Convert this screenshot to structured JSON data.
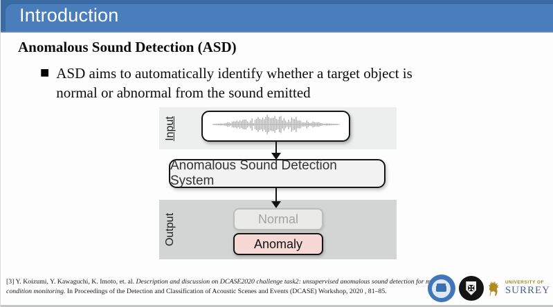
{
  "header": {
    "title": "Introduction"
  },
  "content": {
    "heading": "Anomalous Sound Detection (ASD)",
    "bullet_marker": "■",
    "bullet_line1": "ASD aims to automatically identify whether a target object is",
    "bullet_line2": "normal or abnormal from the sound emitted"
  },
  "diagram": {
    "input_label": "Input",
    "output_label": "Output",
    "system_label": "Anomalous Sound Detection System",
    "normal_label": "Normal",
    "anomaly_label": "Anomaly",
    "waveform_icon": "audio-waveform"
  },
  "footer": {
    "citation": {
      "prefix": "[3] Y. Koizumi, Y. Kawaguchi, K. Imoto, et. al. ",
      "italic_title": "Description and discussion on DCASE2020 challenge task2: unsupervised anomalous sound detection for machine condition monitoring.",
      "suffix": " In Proceedings of the Detection and Classification of Acoustic Scenes and Events (DCASE) Workshop, 2020 , 81–85."
    },
    "logos": {
      "seal_icon": "blue-university-seal",
      "crest_icon": "black-university-crest",
      "crest_glyph": "✠",
      "surrey_top": "UNIVERSITY OF",
      "surrey_name": "SURREY"
    }
  },
  "colors": {
    "header_bg": "#4a7dbb",
    "header_dark": "#3a6aa4",
    "title_text": "#ffffff",
    "input_band_bg": "#edefee",
    "output_band_bg": "#d3d5d4",
    "system_box_bg": "#f1f2f1",
    "normal_box_bg": "#eaebe9",
    "normal_box_border": "#bcbebd",
    "normal_text": "#a2a4a3",
    "anomaly_box_bg": "#f6d9d5",
    "box_border": "#141414",
    "waveform_gray": "#a9aba9",
    "surrey_gold": "#a5831f",
    "surrey_blue": "#4d6191"
  }
}
